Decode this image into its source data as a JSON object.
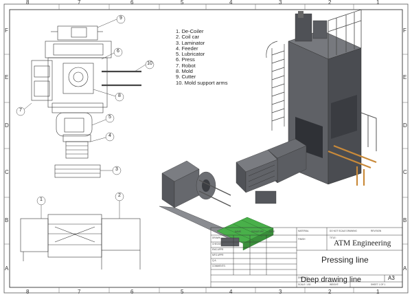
{
  "zones": {
    "top": [
      "8",
      "7",
      "6",
      "5",
      "4",
      "3",
      "2",
      "1"
    ],
    "bottom": [
      "8",
      "7",
      "6",
      "5",
      "4",
      "3",
      "2",
      "1"
    ],
    "left": [
      "F",
      "E",
      "D",
      "C",
      "B",
      "A"
    ],
    "right": [
      "F",
      "E",
      "D",
      "C",
      "B",
      "A"
    ]
  },
  "legend": [
    "1.   De-Coiler",
    "2.   Coil car",
    "3.   Laminator",
    "4.   Feeder",
    "5.   Lubricator",
    "6.   Press",
    "7.   Robot",
    "8.   Mold",
    "9.   Cutter",
    "10.  Mold support arms"
  ],
  "callouts": {
    "c9": "9",
    "c6": "6",
    "c10": "10",
    "c7": "7",
    "c8": "8",
    "c5": "5",
    "c4": "4",
    "c3": "3",
    "c1": "1",
    "c2": "2"
  },
  "title_block": {
    "company": "ATM Engineering",
    "title": "Pressing line",
    "drawing_name": "Deep drawing line",
    "sheet_size": "A3",
    "small_labels": [
      "DRAWN",
      "CHECKED",
      "ENG APPR",
      "MFG APPR",
      "Q.A.",
      "COMMENTS:",
      "NAME",
      "SIGNATURE",
      "DATE",
      "MATERIAL",
      "FINISH",
      "DO NOT SCALE DRAWING",
      "REVISION",
      "TITLE:",
      "DWG. NO.",
      "SCALE: 1:50",
      "WEIGHT:",
      "SHEET 1 OF 1"
    ]
  },
  "colors": {
    "line": "#333333",
    "press": "#5f6166",
    "press_dark": "#3f4146",
    "mold": "#6f7176",
    "cutter_green": "#49b04a",
    "accent_orange": "#c98a3a"
  }
}
